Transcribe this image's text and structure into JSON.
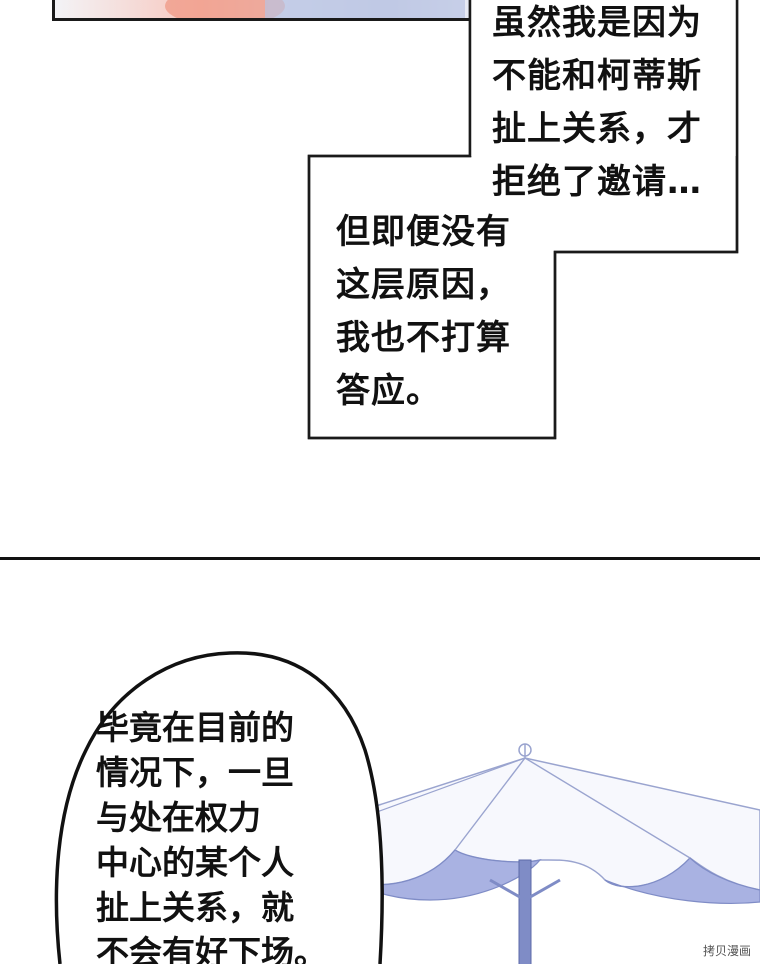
{
  "top_panel": {
    "caption_upper": {
      "lines": [
        "虽然我是因为",
        "不能和柯蒂斯",
        "扯上关系，才",
        "拒绝了邀请…"
      ]
    },
    "caption_lower": {
      "lines": [
        "但即便没有",
        "这层原因，",
        "我也不打算",
        "答应。"
      ]
    }
  },
  "bottom_panel": {
    "speech_bubble": {
      "lines": [
        "毕竟在目前的",
        "情况下，一旦",
        "与处在权力",
        "中心的某个人",
        "扯上关系，就",
        "不会有好下场。"
      ]
    },
    "background_art": "parasol",
    "parasol_colors": {
      "canopy": "#f7f8fd",
      "canopy_outline": "#9aa4cf",
      "underside": "#a9b2e2",
      "pole": "#7f8cc6"
    }
  },
  "watermark": "拷贝漫画",
  "colors": {
    "ink": "#111111",
    "page_background": "#ffffff"
  }
}
